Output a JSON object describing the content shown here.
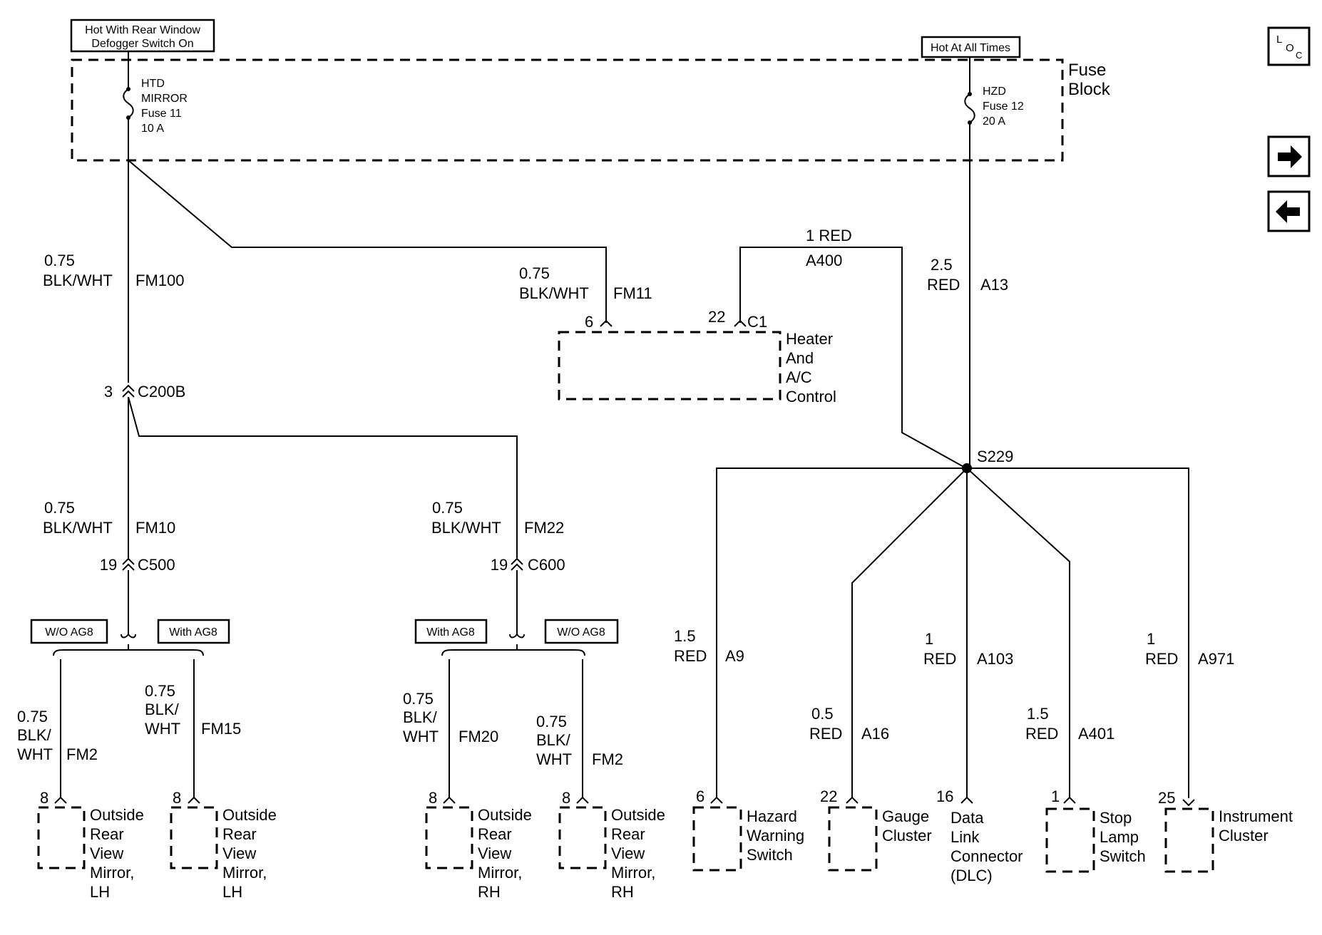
{
  "top_left_box": [
    "Hot With Rear Window",
    "Defogger Switch On"
  ],
  "top_right_box": "Hot At All Times",
  "fuse_block_label": [
    "Fuse",
    "Block"
  ],
  "fuse_left": [
    "HTD",
    "MIRROR",
    "Fuse 11",
    "10 A"
  ],
  "fuse_right": [
    "HZD",
    "Fuse 12",
    "20 A"
  ],
  "loc_button": {
    "l": "L",
    "o": "O",
    "c": "C"
  },
  "wires": {
    "fm100": {
      "size": "0.75",
      "color": "BLK/WHT",
      "circuit": "FM100"
    },
    "fm11": {
      "size": "0.75",
      "color": "BLK/WHT",
      "circuit": "FM11"
    },
    "a400": {
      "size_color": "1 RED",
      "circuit": "A400"
    },
    "a13": {
      "size": "2.5",
      "color": "RED",
      "circuit": "A13"
    },
    "fm10": {
      "size": "0.75",
      "color": "BLK/WHT",
      "circuit": "FM10"
    },
    "fm22": {
      "size": "0.75",
      "color": "BLK/WHT",
      "circuit": "FM22"
    },
    "fm2_lh": {
      "size": "0.75",
      "color1": "BLK/",
      "color2": "WHT",
      "circuit": "FM2"
    },
    "fm15": {
      "size": "0.75",
      "color1": "BLK/",
      "color2": "WHT",
      "circuit": "FM15"
    },
    "fm20": {
      "size": "0.75",
      "color1": "BLK/",
      "color2": "WHT",
      "circuit": "FM20"
    },
    "fm2_rh": {
      "size": "0.75",
      "color1": "BLK/",
      "color2": "WHT",
      "circuit": "FM2"
    },
    "a9": {
      "size": "1.5",
      "color": "RED",
      "circuit": "A9"
    },
    "a16": {
      "size": "0.5",
      "color": "RED",
      "circuit": "A16"
    },
    "a103": {
      "size": "1",
      "color": "RED",
      "circuit": "A103"
    },
    "a401": {
      "size": "1.5",
      "color": "RED",
      "circuit": "A401"
    },
    "a971": {
      "size": "1",
      "color": "RED",
      "circuit": "A971"
    }
  },
  "connectors": {
    "c200b": {
      "pin": "3",
      "name": "C200B"
    },
    "c500": {
      "pin": "19",
      "name": "C500"
    },
    "c600": {
      "pin": "19",
      "name": "C600"
    },
    "c1": {
      "pin6": "6",
      "pin22": "22",
      "name": "C1"
    }
  },
  "splice": "S229",
  "option_labels": {
    "wo_ag8": "W/O AG8",
    "with_ag8": "With AG8"
  },
  "components": {
    "heater": [
      "Heater",
      "And",
      "A/C",
      "Control"
    ],
    "mirror_lh1": {
      "pin": "8",
      "lines": [
        "Outside",
        "Rear",
        "View",
        "Mirror,",
        "LH"
      ]
    },
    "mirror_lh2": {
      "pin": "8",
      "lines": [
        "Outside",
        "Rear",
        "View",
        "Mirror,",
        "LH"
      ]
    },
    "mirror_rh1": {
      "pin": "8",
      "lines": [
        "Outside",
        "Rear",
        "View",
        "Mirror,",
        "RH"
      ]
    },
    "mirror_rh2": {
      "pin": "8",
      "lines": [
        "Outside",
        "Rear",
        "View",
        "Mirror,",
        "RH"
      ]
    },
    "hazard": {
      "pin": "6",
      "lines": [
        "Hazard",
        "Warning",
        "Switch"
      ]
    },
    "gauge": {
      "pin": "22",
      "lines": [
        "Gauge",
        "Cluster"
      ]
    },
    "dlc": {
      "pin": "16",
      "lines": [
        "Data",
        "Link",
        "Connector",
        "(DLC)"
      ]
    },
    "stop_lamp": {
      "pin": "1",
      "lines": [
        "Stop",
        "Lamp",
        "Switch"
      ]
    },
    "instrument": {
      "pin": "25",
      "lines": [
        "Instrument",
        "Cluster"
      ]
    }
  }
}
